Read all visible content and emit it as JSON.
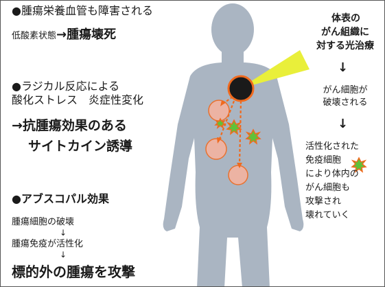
{
  "left": {
    "s1_line1": "●腫瘍栄養血管も障害される",
    "s1_line2_small": "低酸素状態",
    "s1_line2_bold": "→腫瘍壊死",
    "s2_line1": "●ラジカル反応による",
    "s2_line2": "酸化ストレス　炎症性変化",
    "s2_bold1": "→抗腫瘍効果のある",
    "s2_bold2": "サイトカイン誘導",
    "s3_head": "●アブスコパル効果",
    "s3_step1": "腫瘍細胞の破壊",
    "s3_arrow1": "↓",
    "s3_step2": "腫瘍免疫が活性化",
    "s3_arrow2": "↓",
    "s3_result": "標的外の腫瘍を攻撃"
  },
  "right": {
    "head1": "体表の",
    "head2": "がん組織に",
    "head3": "対する光治療",
    "arrow1": "↓",
    "p1_1": "がん細胞が",
    "p1_2": "破壊される",
    "arrow2": "↓",
    "p2_1": "活性化された",
    "p2_2": "免疫細胞",
    "p2_3": "により体内の",
    "p2_4": "がん細胞も",
    "p2_5": "攻撃され",
    "p2_6": "壊れていく"
  },
  "colors": {
    "body": "#aab5c2",
    "beam": "#e9ef3a",
    "tumor_ring": "#f06a1e",
    "tumor": "#1a1a1a",
    "immune": "#5fc23a",
    "metastasis": "#f4b3a0"
  }
}
